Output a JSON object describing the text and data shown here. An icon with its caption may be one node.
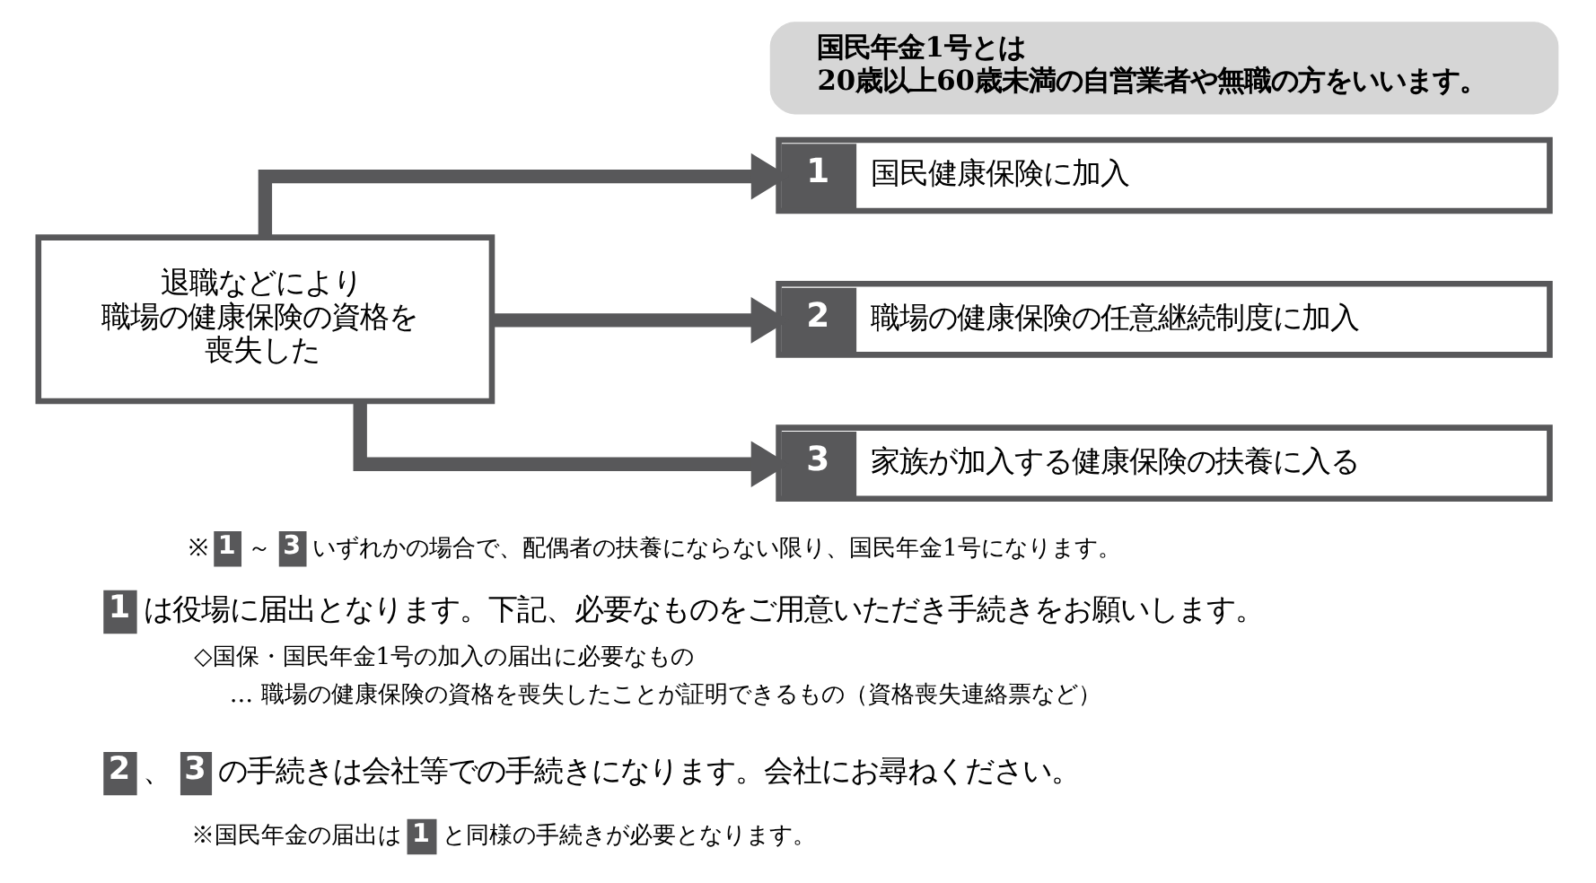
{
  "diagram": {
    "nodes": [
      {
        "text": [
          "国民年金1号とは",
          "20歳以上60歳未満の自営業者や無職の方をいいます。"
        ]
      },
      {
        "text": [
          "退職などにより職場の健康保険の資格を喪失した"
        ]
      },
      {
        "text": [
          "1",
          "国民健康保険に加入"
        ]
      },
      {
        "text": [
          "2",
          "職場の健康保険の任意継続制度に加入"
        ]
      },
      {
        "text": [
          "3",
          "家族が加入する健康保険の扶養に入る"
        ]
      }
    ],
    "edges": [
      {
        "from": 1,
        "to": 2,
        "arrow": "to"
      },
      {
        "from": 1,
        "to": 3,
        "arrow": "to"
      },
      {
        "from": 1,
        "to": 4,
        "arrow": "to"
      }
    ],
    "labels": [
      "※",
      "1",
      "～",
      "3",
      "いずれかの場合で、配偶者の扶養にならない限り、国民年金1号になります。",
      "1",
      "は役場に届出となります。下記、必要なものをご用意いただき手続きをお願いします。",
      "◇国保・国民年金1号の加入の届出に必要なもの",
      "… 職場の健康保険の資格を喪失したことが証明できるもの（資格喪失連絡票など）",
      "2",
      "、",
      "3",
      "の手続きは会社等での手続きになります。会社にお尋ねください。",
      "※国民年金の届出は",
      "1",
      "と同様の手続きが必要となります。"
    ]
  }
}
